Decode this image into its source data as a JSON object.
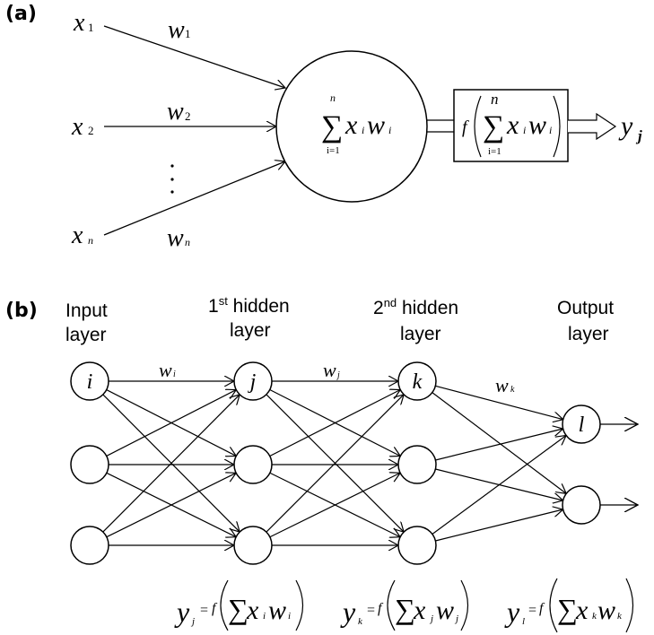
{
  "panel_a": {
    "label": "(a)",
    "inputs": [
      {
        "var": "x",
        "sub": "1",
        "weight_var": "w",
        "weight_sub": "1"
      },
      {
        "var": "x",
        "sub": "2",
        "weight_var": "w",
        "weight_sub": "2"
      },
      {
        "var": "x",
        "sub": "n",
        "weight_var": "w",
        "weight_sub": "n"
      }
    ],
    "ellipsis": "⋮",
    "summation": {
      "symbol": "∑",
      "upper": "n",
      "lower": "i=1",
      "term_x": "x",
      "term_x_sub": "i",
      "term_w": "w",
      "term_w_sub": "i"
    },
    "activation": {
      "func": "f",
      "symbol": "∑",
      "upper": "n",
      "lower": "i=1",
      "term_x": "x",
      "term_x_sub": "i",
      "term_w": "w",
      "term_w_sub": "i"
    },
    "output": {
      "var": "y",
      "sub": "j"
    }
  },
  "panel_b": {
    "label": "(b)",
    "layers": [
      {
        "line1": "Input",
        "sup": "",
        "line1_rest": "",
        "line2": "layer"
      },
      {
        "line1": "1",
        "sup": "st",
        "line1_rest": " hidden",
        "line2": "layer"
      },
      {
        "line1": "2",
        "sup": "nd",
        "line1_rest": " hidden",
        "line2": "layer"
      },
      {
        "line1": "Output",
        "sup": "",
        "line1_rest": "",
        "line2": "layer"
      }
    ],
    "node_labels": {
      "input": "i",
      "hidden1": "j",
      "hidden2": "k",
      "output": "l"
    },
    "weights": [
      {
        "var": "w",
        "sub": "i"
      },
      {
        "var": "w",
        "sub": "j"
      },
      {
        "var": "w",
        "sub": "k"
      }
    ],
    "layer_sizes": [
      3,
      3,
      3,
      2
    ],
    "equations": [
      {
        "y": "y",
        "y_sub": "j",
        "eq": "=",
        "f": "f",
        "sum": "∑",
        "x": "x",
        "x_sub": "i",
        "w": "w",
        "w_sub": "i"
      },
      {
        "y": "y",
        "y_sub": "k",
        "eq": "=",
        "f": "f",
        "sum": "∑",
        "x": "x",
        "x_sub": "j",
        "w": "w",
        "w_sub": "j"
      },
      {
        "y": "y",
        "y_sub": "l",
        "eq": "=",
        "f": "f",
        "sum": "∑",
        "x": "x",
        "x_sub": "k",
        "w": "w",
        "w_sub": "k"
      }
    ]
  }
}
